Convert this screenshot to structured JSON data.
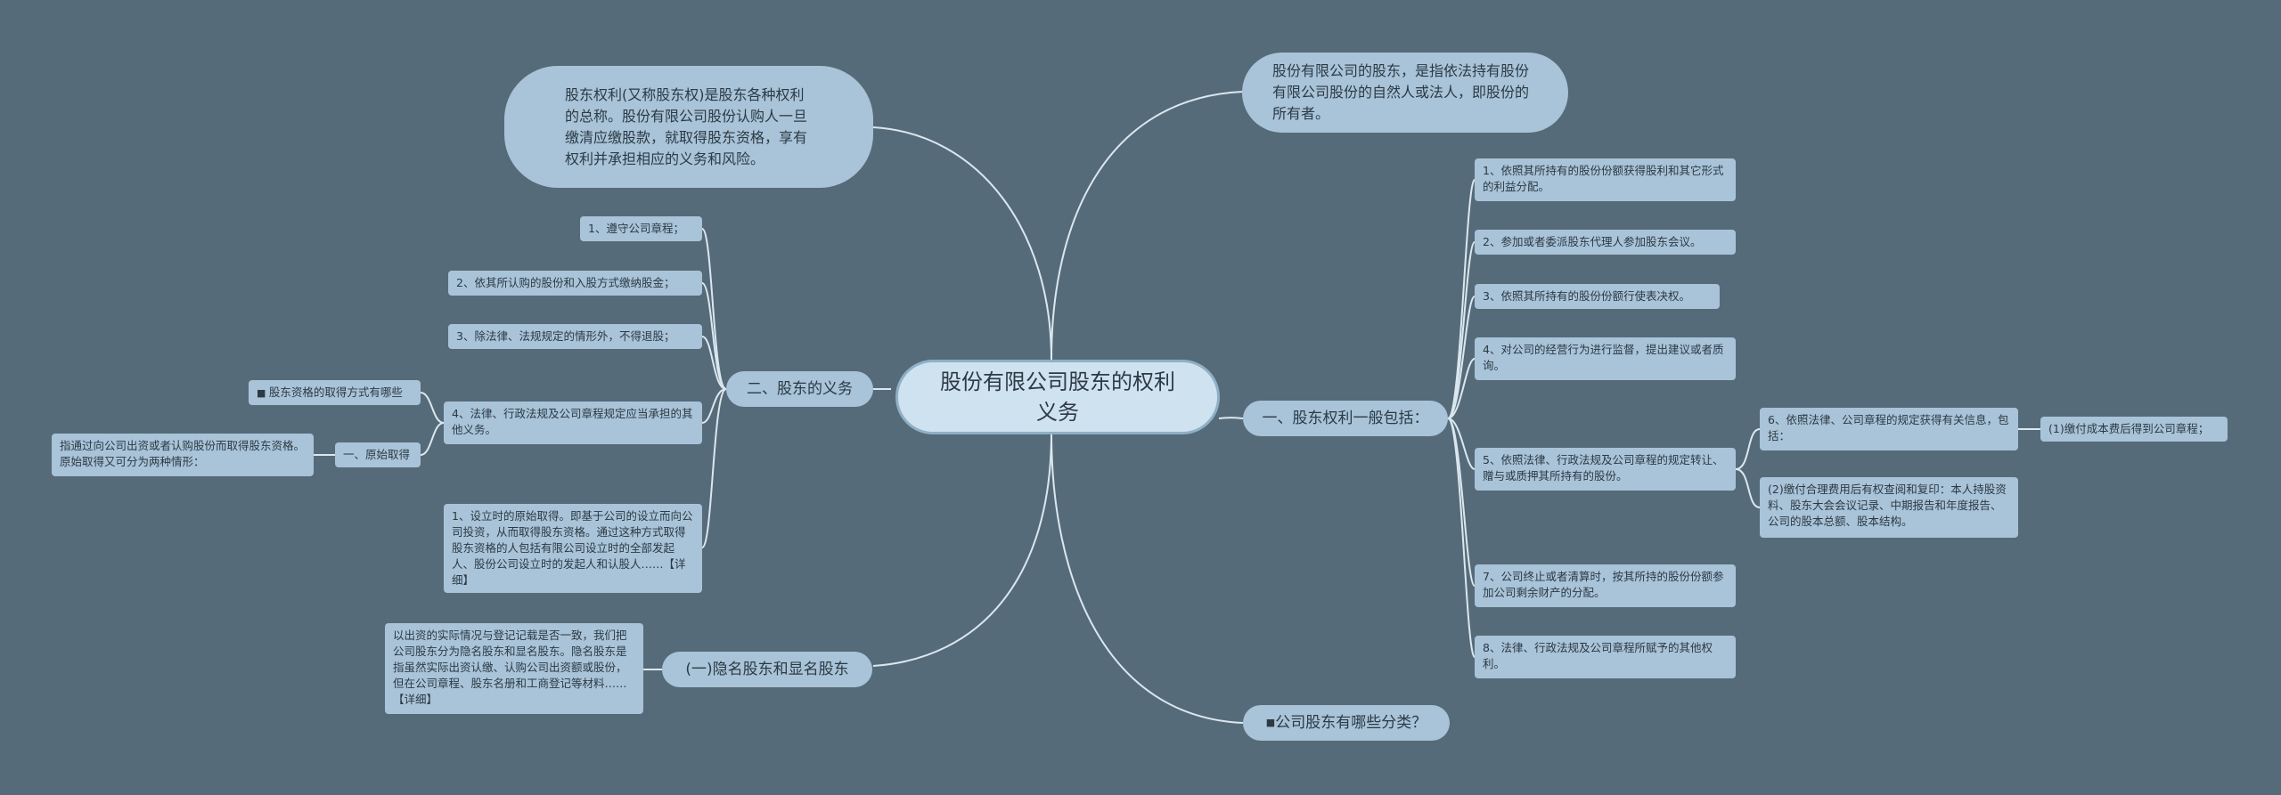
{
  "root": {
    "label": "股份有限公司股东的权利义务"
  },
  "top_right": {
    "text": "股份有限公司的股东，是指依法持有股份有限公司股份的自然人或法人，即股份的所有者。"
  },
  "top_left": {
    "text": "股东权利(又称股东权)是股东各种权利的总称。股份有限公司股份认购人一旦缴清应缴股款，就取得股东资格，享有权利并承担相应的义务和风险。"
  },
  "rights": {
    "label": "一、股东权利一般包括：",
    "items": [
      "1、依照其所持有的股份份额获得股利和其它形式的利益分配。",
      "2、参加或者委派股东代理人参加股东会议。",
      "3、依照其所持有的股份份额行使表决权。",
      "4、对公司的经营行为进行监督，提出建议或者质询。",
      "5、依照法律、行政法规及公司章程的规定转让、赠与或质押其所持有的股份。",
      "7、公司终止或者清算时，按其所持的股份份额参加公司剩余财产的分配。",
      "8、法律、行政法规及公司章程所赋予的其他权利。"
    ],
    "item6": "6、依照法律、公司章程的规定获得有关信息，包括：",
    "item6_a": "(1)缴付成本费后得到公司章程；",
    "item6_b": "(2)缴付合理费用后有权查阅和复印：本人持股资料、股东大会会议记录、中期报告和年度报告、公司的股本总额、股本结构。"
  },
  "categories": {
    "label": "公司股东有哪些分类？"
  },
  "obligations": {
    "label": "二、股东的义务",
    "items": [
      "1、遵守公司章程；",
      "2、依其所认购的股份和入股方式缴纳股金；",
      "3、除法律、法规规定的情形外，不得退股；",
      "4、法律、行政法规及公司章程规定应当承担的其他义务。"
    ],
    "acquire_label": "股东资格的取得方式有哪些",
    "original_label": "一、原始取得",
    "original_text": "指通过向公司出资或者认购股份而取得股东资格。原始取得又可分为两种情形：",
    "establish_text": "1、设立时的原始取得。即基于公司的设立而向公司投资，从而取得股东资格。通过这种方式取得股东资格的人包括有限公司设立时的全部发起人、股份公司设立时的发起人和认股人……【详细】"
  },
  "hidden": {
    "label": "(一)隐名股东和显名股东",
    "text": "以出资的实际情况与登记记载是否一致，我们把公司股东分为隐名股东和显名股东。隐名股东是指虽然实际出资认缴、认购公司出资额或股份，但在公司章程、股东名册和工商登记等材料……【详细】"
  },
  "colors": {
    "background": "#566b79",
    "node": "#a9c3d8",
    "root": "#cfe2ef",
    "line": "#d9e6ee"
  }
}
